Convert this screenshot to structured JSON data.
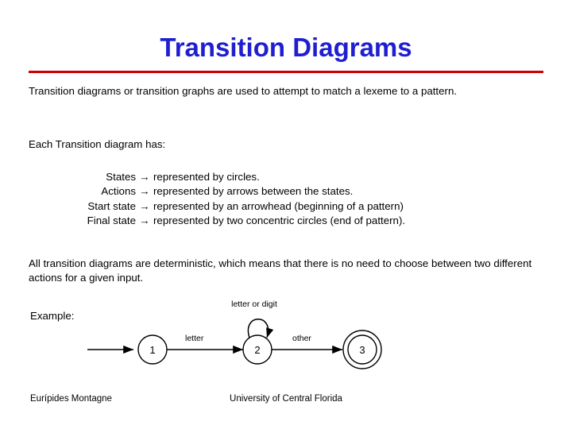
{
  "slide": {
    "title": "Transition Diagrams",
    "paragraph1": "Transition diagrams or transition graphs are used to attempt to match a lexeme to a pattern.",
    "paragraph2": "Each Transition diagram has:",
    "definitions": [
      {
        "term": "States",
        "arrow": "→",
        "desc": "represented by circles."
      },
      {
        "term": "Actions",
        "arrow": "→",
        "desc": "represented by arrows between the states."
      },
      {
        "term": "Start state",
        "arrow": "→",
        "desc": "represented by an arrowhead (beginning of a pattern)"
      },
      {
        "term": "Final state",
        "arrow": "→",
        "desc": "represented by two concentric circles (end of pattern)."
      }
    ],
    "paragraph3": "All transition diagrams are deterministic, which means that there is no need to choose between two different actions for a given input.",
    "example_label": "Example:",
    "diagram": {
      "self_loop_label": "letter or digit",
      "states": [
        {
          "id": "1",
          "label": "1",
          "final": false
        },
        {
          "id": "2",
          "label": "2",
          "final": false
        },
        {
          "id": "3",
          "label": "3",
          "final": true
        }
      ],
      "transitions": [
        {
          "from": "start",
          "to": "1",
          "label": ""
        },
        {
          "from": "1",
          "to": "2",
          "label": "letter"
        },
        {
          "from": "2",
          "to": "2",
          "label": "letter or digit"
        },
        {
          "from": "2",
          "to": "3",
          "label": "other"
        }
      ]
    },
    "footer_left": "Eurípides Montagne",
    "footer_center": "University of Central Florida"
  },
  "colors": {
    "title": "#1f1fd1",
    "rule": "#cc0000",
    "text": "#000000",
    "background": "#ffffff"
  }
}
